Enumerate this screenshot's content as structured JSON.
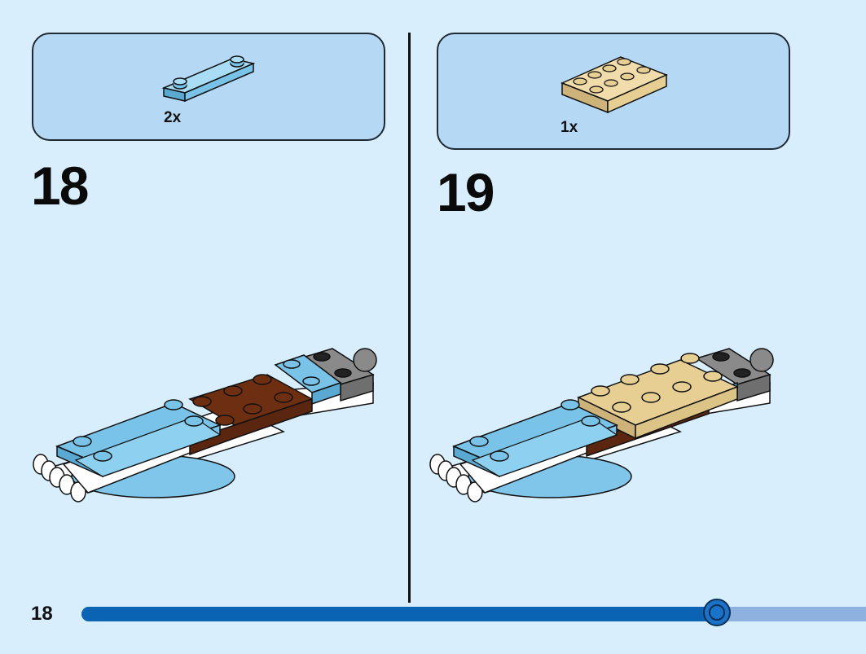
{
  "page": {
    "number": "18"
  },
  "progress": {
    "fraction": 0.81
  },
  "steps": [
    {
      "number": "18",
      "parts": [
        {
          "quantity": "2x",
          "piece": "light-blue-1x4-plate-with-2-studs",
          "color": "#79c3e8"
        }
      ]
    },
    {
      "number": "19",
      "parts": [
        {
          "quantity": "1x",
          "piece": "tan-2x4-plate",
          "color": "#e7cf94"
        }
      ]
    }
  ],
  "colors": {
    "background": "#d8eefc",
    "parts_box": "#b5d8f5",
    "light_blue": "#79c3e8",
    "reddish_brown": "#6e2e12",
    "tan": "#e7cf94",
    "dark_gray": "#8a8a8a",
    "progress_fill": "#0b63b3",
    "progress_track": "#8fb1df"
  }
}
